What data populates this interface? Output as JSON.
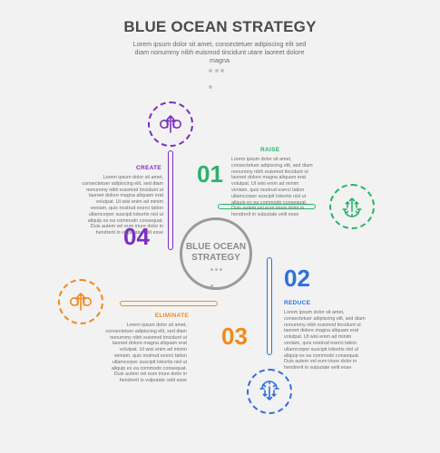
{
  "header": {
    "title": "BLUE OCEAN STRATEGY",
    "subtitle": "Lorem ipsum dolor sit amet, consectetuer adipiscing elit sed diam nonummy nibh euismod tincidunt utare laoreet dolore magna"
  },
  "center": {
    "label": "BLUE OCEAN STRATEGY"
  },
  "colors": {
    "create": "#7b2fbf",
    "raise": "#27b46b",
    "reduce": "#2f6fe0",
    "eliminate": "#f08a1c",
    "center": "#9a9a9a"
  },
  "steps": [
    {
      "number": "01",
      "label": "RAISE",
      "text": "Lorem ipsum dolor sit amet, consectetuer adipiscing elit, sed diam nonummy nibh euismod tincidunt ut laoreet dolore magna aliquam erat volutpat. Ut wisi enim ad minim veniam, quis nostrud exerci tation ullamcorper suscipit lobortis nisl ut aliquip ex ea commodo consequat. Duis autem vel eum iriure dolor in hendrerit in vulputate velit esse",
      "icon": "gear-arrows-up-icon"
    },
    {
      "number": "02",
      "label": "REDUCE",
      "text": "Lorem ipsum dolor sit amet, consectetuer adipiscing elit, sed diam nonummy nibh euismod tincidunt ut laoreet dolore magna aliquam erat volutpat. Ut wisi enim ad minim veniam, quis nostrud exerci tation ullamcorper suscipit lobortis nisl ut aliquip ex ea commodo consequat. Duis autem vel eum iriure dolor in hendrerit in vulputate velit esse",
      "icon": "gear-arrows-down-icon"
    },
    {
      "number": "03",
      "label": "ELIMINATE",
      "text": "Lorem ipsum dolor sit amet, consectetuer adipiscing elit, sed diam nonummy nibh euismod tincidunt ut laoreet dolore magna aliquam erat volutpat. Ut wisi enim ad minim veniam, quis nostrud exerci tation ullamcorper suscipit lobortis nisl ut aliquip ex ea commodo consequat. Duis autem vel eum iriure dolor in hendrerit in vulputate velit esse",
      "icon": "split-arrows-icon"
    },
    {
      "number": "04",
      "label": "CREATE",
      "text": "Lorem ipsum dolor sit amet, consectetuer adipiscing elit, sed diam nonummy nibh euismod tincidunt ut laoreet dolore magna aliquam erat volutpat. Ut wisi enim ad minim veniam, quis nostrud exerci tation ullamcorper suscipit lobortis nisl ut aliquip ex ea commodo consequat. Duis autem vel eum iriure dolor in hendrerit in vulputate velit esse",
      "icon": "split-arrows-icon"
    }
  ]
}
